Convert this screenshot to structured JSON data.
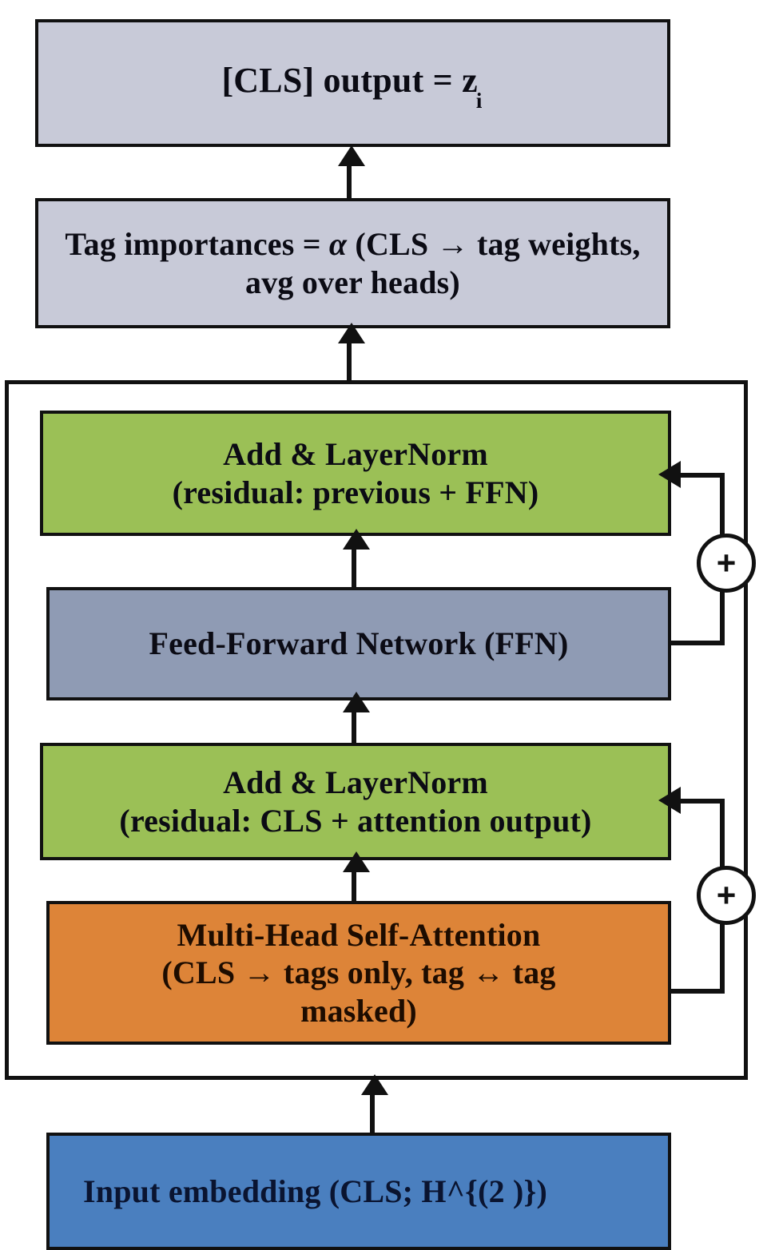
{
  "diagram": {
    "title": "Tag-attention transformer encoder block",
    "colors": {
      "light_slate": "#c8cad8",
      "green": "#9bc056",
      "slate_blue": "#8f9bb4",
      "orange": "#dd8438",
      "blue": "#4a7fbf",
      "stroke": "#111111",
      "background": "#ffffff"
    },
    "nodes": {
      "cls_output": {
        "label": "[CLS] output = z",
        "subscript": "i"
      },
      "tag_importances": {
        "prefix": "Tag importances = ",
        "symbol": "α",
        "suffix": " (CLS → tag weights, avg over heads)"
      },
      "addnorm_ffn": {
        "line1": "Add & LayerNorm",
        "line2": "(residual: previous + FFN)"
      },
      "ffn": {
        "label": "Feed-Forward Network (FFN)"
      },
      "addnorm_attn": {
        "line1": "Add & LayerNorm",
        "line2": "(residual: CLS + attention output)"
      },
      "mhsa": {
        "line1": "Multi-Head Self-Attention",
        "line2": "(CLS → tags only, tag ↔ tag",
        "line3": "masked)"
      },
      "input_embedding": {
        "label": "Input embedding (CLS; H^{(2 )})"
      }
    },
    "residuals": {
      "plus_ffn": "+",
      "plus_attn": "+"
    }
  }
}
